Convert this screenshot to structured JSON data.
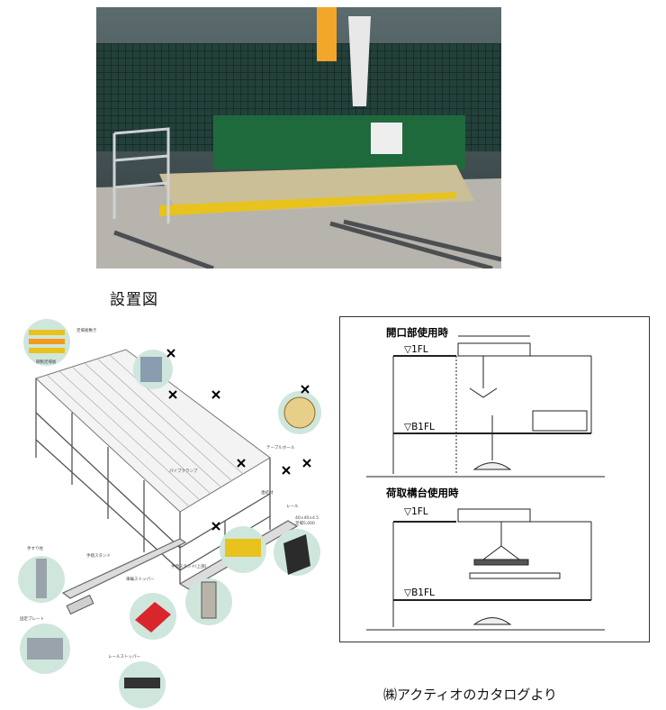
{
  "install_label": "設置図",
  "catalog_note": "㈱アクティオのカタログより",
  "section": {
    "opening_use": {
      "title": "開口部使用時",
      "level_top": "▽1FL",
      "level_bottom": "▽B1FL"
    },
    "stage_use": {
      "title": "荷取構台使用時",
      "level_top": "▽1FL",
      "level_bottom": "▽B1FL"
    }
  },
  "callouts": {
    "covering": "足場板敷き",
    "steel_deck": "鋼製足場板",
    "tape_reel": "テープルホール",
    "pipe_clamp": "パイプクランプ",
    "rail": "レール",
    "rail_size": "40×40×4.5",
    "rail_len": "足場5,000",
    "connector": "連結材",
    "handrail_post": "手すり柱",
    "stand_lower": "手摺スタンド",
    "stand_upper": "手摺スタンド(上部)",
    "wheel_stopper": "車輪ストッパー",
    "base_plate": "固定プレート",
    "rail_stopper": "レールストッパー"
  },
  "colors": {
    "frame_yellow": "#e8c21d",
    "green_net": "#1f6a3c",
    "stopper_red": "#d9262c",
    "bubble_green": "#cfe6dc"
  }
}
